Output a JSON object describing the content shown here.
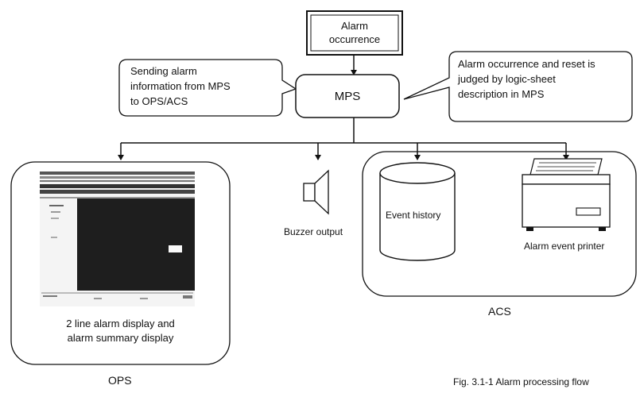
{
  "nodes": {
    "alarm_occurrence": [
      "Alarm",
      "occurrence"
    ],
    "mps": "MPS",
    "buzzer": "Buzzer output",
    "event_history": "Event history",
    "printer": "Alarm event printer",
    "ops_caption": [
      "2 line alarm display and",
      "alarm summary display"
    ],
    "ops_label": "OPS",
    "acs_label": "ACS"
  },
  "callouts": {
    "left": [
      "Sending alarm",
      "information from MPS",
      "to OPS/ACS"
    ],
    "right": [
      "Alarm occurrence and reset is",
      "judged by logic-sheet",
      "description in MPS"
    ]
  },
  "figure_caption": "Fig. 3.1-1 Alarm processing flow"
}
